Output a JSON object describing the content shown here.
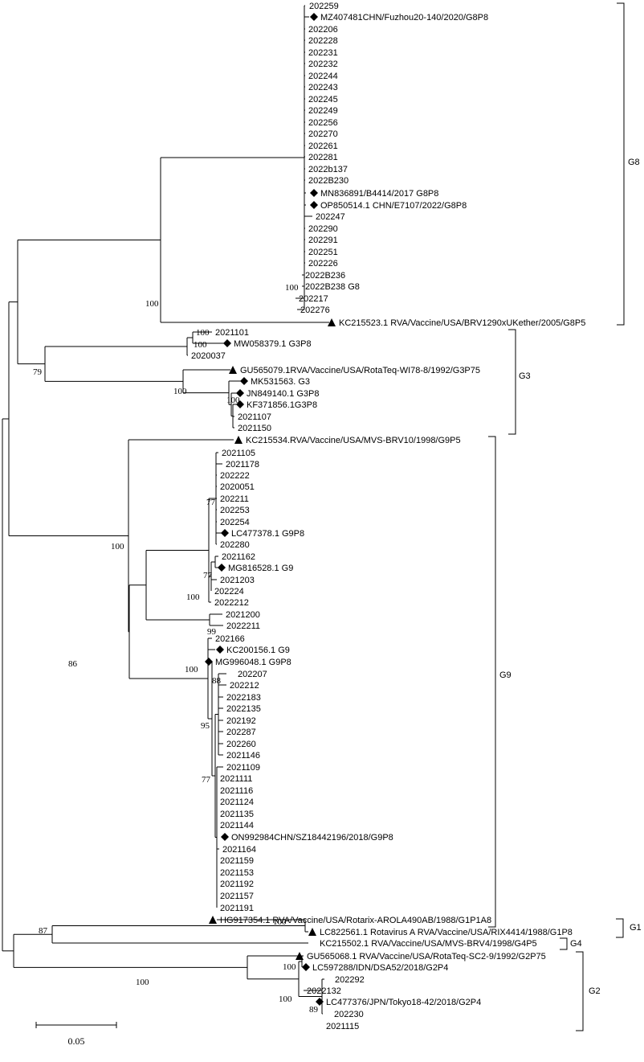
{
  "tips": [
    {
      "label": "202259",
      "marker": ""
    },
    {
      "label": "MZ407481CHN/Fuzhou20-140/2020/G8P8",
      "marker": "diamond"
    },
    {
      "label": "202206",
      "marker": ""
    },
    {
      "label": "202228",
      "marker": ""
    },
    {
      "label": "202231",
      "marker": ""
    },
    {
      "label": "202232",
      "marker": ""
    },
    {
      "label": "202244",
      "marker": ""
    },
    {
      "label": "202243",
      "marker": ""
    },
    {
      "label": "202245",
      "marker": ""
    },
    {
      "label": "202249",
      "marker": ""
    },
    {
      "label": "202256",
      "marker": ""
    },
    {
      "label": "202270",
      "marker": ""
    },
    {
      "label": "202261",
      "marker": ""
    },
    {
      "label": "202281",
      "marker": ""
    },
    {
      "label": "2022b137",
      "marker": ""
    },
    {
      "label": "2022B230",
      "marker": ""
    },
    {
      "label": "MN836891/B4414/2017 G8P8",
      "marker": "diamond"
    },
    {
      "label": "OP850514.1 CHN/E7107/2022/G8P8",
      "marker": "diamond"
    },
    {
      "label": "202247",
      "marker": ""
    },
    {
      "label": "202290",
      "marker": ""
    },
    {
      "label": "202291",
      "marker": ""
    },
    {
      "label": "202251",
      "marker": ""
    },
    {
      "label": "202226",
      "marker": ""
    },
    {
      "label": "2022B236",
      "marker": ""
    },
    {
      "label": "2022B238 G8",
      "marker": ""
    },
    {
      "label": "202217",
      "marker": ""
    },
    {
      "label": "202276",
      "marker": ""
    },
    {
      "label": "KC215523.1 RVA/Vaccine/USA/BRV1290xUKether/2005/G8P5",
      "marker": "triangle"
    },
    {
      "label": "2021101",
      "marker": ""
    },
    {
      "label": "MW058379.1 G3P8",
      "marker": "diamond"
    },
    {
      "label": "2020037",
      "marker": ""
    },
    {
      "label": "GU565079.1RVA/Vaccine/USA/RotaTeq-WI78-8/1992/G3P75",
      "marker": "triangle"
    },
    {
      "label": "MK531563. G3",
      "marker": "diamond"
    },
    {
      "label": "JN849140.1 G3P8",
      "marker": "diamond"
    },
    {
      "label": "KF371856.1G3P8",
      "marker": "diamond"
    },
    {
      "label": "2021107",
      "marker": ""
    },
    {
      "label": "2021150",
      "marker": ""
    },
    {
      "label": "KC215534.RVA/Vaccine/USA/MVS-BRV10/1998/G9P5",
      "marker": "triangle"
    },
    {
      "label": "2021105",
      "marker": ""
    },
    {
      "label": "2021178",
      "marker": ""
    },
    {
      "label": "202222",
      "marker": ""
    },
    {
      "label": "2020051",
      "marker": ""
    },
    {
      "label": "202211",
      "marker": ""
    },
    {
      "label": "202253",
      "marker": ""
    },
    {
      "label": "202254",
      "marker": ""
    },
    {
      "label": "LC477378.1 G9P8",
      "marker": "diamond"
    },
    {
      "label": "202280",
      "marker": ""
    },
    {
      "label": "2021162",
      "marker": ""
    },
    {
      "label": "MG816528.1 G9",
      "marker": "diamond"
    },
    {
      "label": "2021203",
      "marker": ""
    },
    {
      "label": "202224",
      "marker": ""
    },
    {
      "label": "2022212",
      "marker": ""
    },
    {
      "label": "2021200",
      "marker": ""
    },
    {
      "label": "2022211",
      "marker": ""
    },
    {
      "label": "202166",
      "marker": ""
    },
    {
      "label": "KC200156.1 G9",
      "marker": "diamond"
    },
    {
      "label": "MG996048.1 G9P8",
      "marker": "diamond"
    },
    {
      "label": "202207",
      "marker": ""
    },
    {
      "label": "202212",
      "marker": ""
    },
    {
      "label": "2022183",
      "marker": ""
    },
    {
      "label": "2022135",
      "marker": ""
    },
    {
      "label": "202192",
      "marker": ""
    },
    {
      "label": "202287",
      "marker": ""
    },
    {
      "label": "202260",
      "marker": ""
    },
    {
      "label": "2021146",
      "marker": ""
    },
    {
      "label": "2021109",
      "marker": ""
    },
    {
      "label": "2021111",
      "marker": ""
    },
    {
      "label": "2021116",
      "marker": ""
    },
    {
      "label": "2021124",
      "marker": ""
    },
    {
      "label": "2021135",
      "marker": ""
    },
    {
      "label": "2021144",
      "marker": ""
    },
    {
      "label": "ON992984CHN/SZ18442196/2018/G9P8",
      "marker": "diamond"
    },
    {
      "label": "2021164",
      "marker": ""
    },
    {
      "label": "2021159",
      "marker": ""
    },
    {
      "label": "2021153",
      "marker": ""
    },
    {
      "label": "2021192",
      "marker": ""
    },
    {
      "label": "2021157",
      "marker": ""
    },
    {
      "label": "2021191",
      "marker": ""
    },
    {
      "label": "HG917354.1 RVA/Vaccine/USA/Rotarix-AROLA490AB/1988/G1P1A8",
      "marker": "triangle"
    },
    {
      "label": "LC822561.1 Rotavirus A RVA/Vaccine/USA/RIX4414/1988/G1P8",
      "marker": "triangle"
    },
    {
      "label": "KC215502.1 RVA/Vaccine/USA/MVS-BRV4/1998/G4P5",
      "marker": ""
    },
    {
      "label": "GU565068.1 RVA/Vaccine/USA/RotaTeq-SC2-9/1992/G2P75",
      "marker": "triangle"
    },
    {
      "label": "LC597288/IDN/DSA52/2018/G2P4",
      "marker": "diamond"
    },
    {
      "label": "202292",
      "marker": ""
    },
    {
      "label": "2022132",
      "marker": ""
    },
    {
      "label": "LC477376/JPN/Tokyo18-42/2018/G2P4",
      "marker": "diamond"
    },
    {
      "label": "202230",
      "marker": ""
    },
    {
      "label": "2021115",
      "marker": ""
    }
  ],
  "bootstrap": [
    {
      "text": "100"
    },
    {
      "text": "100"
    },
    {
      "text": "100"
    },
    {
      "text": "100"
    },
    {
      "text": "79"
    },
    {
      "text": "100"
    },
    {
      "text": "100"
    },
    {
      "text": "77"
    },
    {
      "text": "77"
    },
    {
      "text": "100"
    },
    {
      "text": "99"
    },
    {
      "text": "100"
    },
    {
      "text": "86"
    },
    {
      "text": "100"
    },
    {
      "text": "88"
    },
    {
      "text": "95"
    },
    {
      "text": "77"
    },
    {
      "text": "100"
    },
    {
      "text": "87"
    },
    {
      "text": "100"
    },
    {
      "text": "100"
    },
    {
      "text": "100"
    },
    {
      "text": "89"
    }
  ],
  "clades": [
    {
      "label": "G8"
    },
    {
      "label": "G3"
    },
    {
      "label": "G9"
    },
    {
      "label": "G1"
    },
    {
      "label": "G4"
    },
    {
      "label": "G2"
    }
  ],
  "scale_bar": {
    "label": "0.05"
  }
}
